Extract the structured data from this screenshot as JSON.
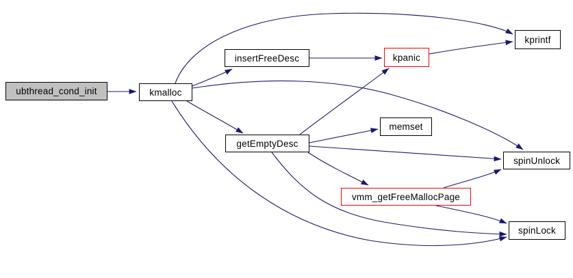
{
  "graph": {
    "type": "call-graph",
    "colors": {
      "edge_color": "#191970",
      "node_border": "#000000",
      "highlight_border": "#ff0000",
      "root_fill": "#c0c0c0",
      "node_fill": "#ffffff",
      "text_color": "#000000",
      "background": "#ffffff"
    },
    "nodes": {
      "ubthread_cond_init": {
        "label": "ubthread_cond_init",
        "role": "root",
        "border": "black"
      },
      "kmalloc": {
        "label": "kmalloc",
        "border": "black"
      },
      "insertFreeDesc": {
        "label": "insertFreeDesc",
        "border": "black"
      },
      "kpanic": {
        "label": "kpanic",
        "border": "red"
      },
      "kprintf": {
        "label": "kprintf",
        "border": "black"
      },
      "getEmptyDesc": {
        "label": "getEmptyDesc",
        "border": "black"
      },
      "memset": {
        "label": "memset",
        "border": "black"
      },
      "spinUnlock": {
        "label": "spinUnlock",
        "border": "black"
      },
      "vmm_getFreeMallocPage": {
        "label": "vmm_getFreeMallocPage",
        "border": "red"
      },
      "spinLock": {
        "label": "spinLock",
        "border": "black"
      }
    },
    "edges": [
      {
        "from": "ubthread_cond_init",
        "to": "kmalloc"
      },
      {
        "from": "kmalloc",
        "to": "kprintf"
      },
      {
        "from": "kmalloc",
        "to": "insertFreeDesc"
      },
      {
        "from": "kmalloc",
        "to": "getEmptyDesc"
      },
      {
        "from": "kmalloc",
        "to": "spinUnlock"
      },
      {
        "from": "kmalloc",
        "to": "spinLock"
      },
      {
        "from": "insertFreeDesc",
        "to": "kpanic"
      },
      {
        "from": "kpanic",
        "to": "kprintf"
      },
      {
        "from": "getEmptyDesc",
        "to": "kpanic"
      },
      {
        "from": "getEmptyDesc",
        "to": "memset"
      },
      {
        "from": "getEmptyDesc",
        "to": "spinUnlock"
      },
      {
        "from": "getEmptyDesc",
        "to": "vmm_getFreeMallocPage"
      },
      {
        "from": "getEmptyDesc",
        "to": "spinLock"
      },
      {
        "from": "vmm_getFreeMallocPage",
        "to": "spinUnlock"
      },
      {
        "from": "vmm_getFreeMallocPage",
        "to": "spinLock"
      }
    ]
  }
}
